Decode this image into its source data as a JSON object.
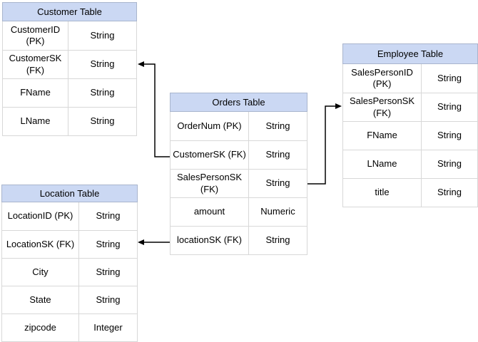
{
  "colors": {
    "header_fill": "#cbd8f3",
    "header_border": "#a9b5cd",
    "cell_border": "#d8d8d8",
    "arrow": "#000000",
    "background": "#ffffff",
    "text": "#000000"
  },
  "tables": {
    "customer": {
      "title": "Customer Table",
      "rows": [
        {
          "field": "CustomerID (PK)",
          "type": "String"
        },
        {
          "field": "CustomerSK\n(FK)",
          "type": "String"
        },
        {
          "field": "FName",
          "type": "String"
        },
        {
          "field": "LName",
          "type": "String"
        }
      ]
    },
    "location": {
      "title": "Location Table",
      "rows": [
        {
          "field": "LocationID (PK)",
          "type": "String"
        },
        {
          "field": "LocationSK (FK)",
          "type": "String"
        },
        {
          "field": "City",
          "type": "String"
        },
        {
          "field": "State",
          "type": "String"
        },
        {
          "field": "zipcode",
          "type": "Integer"
        }
      ]
    },
    "orders": {
      "title": "Orders Table",
      "rows": [
        {
          "field": "OrderNum (PK)",
          "type": "String"
        },
        {
          "field": "CustomerSK (FK)",
          "type": "String"
        },
        {
          "field": "SalesPersonSK\n(FK)",
          "type": "String"
        },
        {
          "field": "amount",
          "type": "Numeric"
        },
        {
          "field": "locationSK (FK)",
          "type": "String"
        }
      ]
    },
    "employee": {
      "title": "Employee Table",
      "rows": [
        {
          "field": "SalesPersonID (PK)",
          "type": "String"
        },
        {
          "field": "SalesPersonSK\n(FK)",
          "type": "String"
        },
        {
          "field": "FName",
          "type": "String"
        },
        {
          "field": "LName",
          "type": "String"
        },
        {
          "field": "title",
          "type": "String"
        }
      ]
    }
  },
  "relationships": [
    {
      "from": "Orders.CustomerSK (FK)",
      "to": "Customer.CustomerSK (FK)"
    },
    {
      "from": "Orders.locationSK (FK)",
      "to": "Location.LocationSK (FK)"
    },
    {
      "from": "Orders.SalesPersonSK (FK)",
      "to": "Employee.SalesPersonSK (FK)"
    }
  ]
}
